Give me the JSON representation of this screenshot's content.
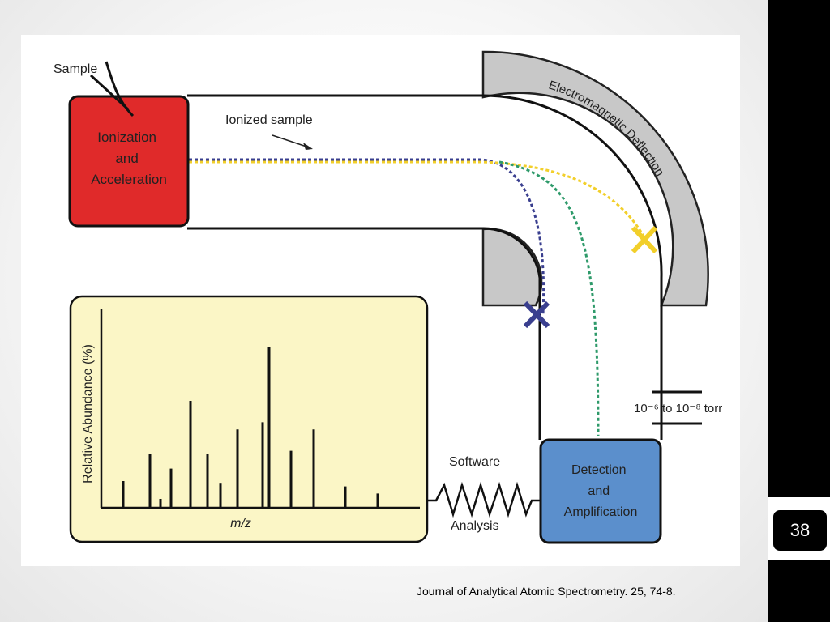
{
  "diagram": {
    "sample_label": "Sample",
    "ionization_label": [
      "Ionization",
      "and",
      "Acceleration"
    ],
    "ionized_sample_label": "Ionized sample",
    "deflection_label": "Electromagnetic Deflection",
    "detection_label": [
      "Detection",
      "and",
      "Amplification"
    ],
    "pressure_label": "10⁻⁶ to 10⁻⁸ torr",
    "software_label": "Software",
    "analysis_label": "Analysis",
    "spectrum": {
      "ylabel": "Relative Abundance (%)",
      "xlabel": "m/z",
      "peaks": [
        15,
        30,
        5,
        22,
        60,
        30,
        14,
        44,
        48,
        90,
        32,
        44,
        12,
        8
      ]
    },
    "colors": {
      "ion_box": "#e02a2a",
      "detector_box": "#5b8fcc",
      "magnet": "#c8c8c8",
      "spectrum_panel": "#fbf6c6",
      "beam_blue": "#3a3f8f",
      "beam_green": "#2e9a6a",
      "beam_yellow": "#f2cf2a"
    }
  },
  "slide": {
    "page_number": "38",
    "citation": "Journal of Analytical Atomic Spectrometry. 25, 74-8."
  }
}
